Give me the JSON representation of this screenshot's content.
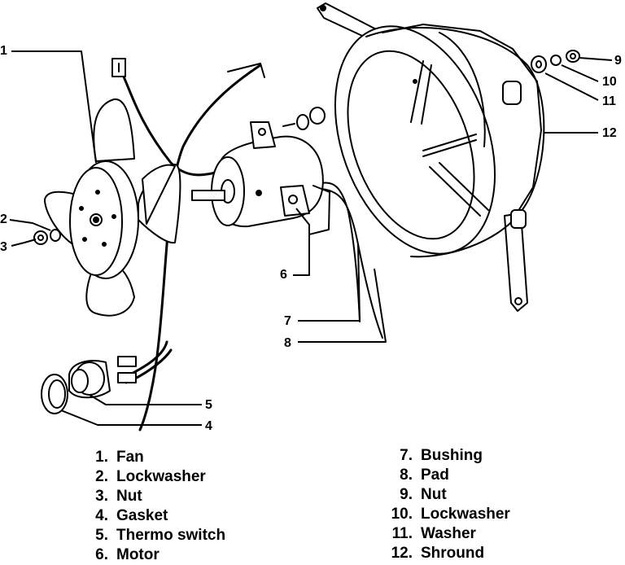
{
  "callouts": [
    {
      "number": "1"
    },
    {
      "number": "2"
    },
    {
      "number": "3"
    },
    {
      "number": "4"
    },
    {
      "number": "5"
    },
    {
      "number": "6"
    },
    {
      "number": "7"
    },
    {
      "number": "8"
    },
    {
      "number": "9"
    },
    {
      "number": "10"
    },
    {
      "number": "11"
    },
    {
      "number": "12"
    }
  ],
  "legend": {
    "left": [
      {
        "number": "1.",
        "label": "Fan"
      },
      {
        "number": "2.",
        "label": "Lockwasher"
      },
      {
        "number": "3.",
        "label": "Nut"
      },
      {
        "number": "4.",
        "label": "Gasket"
      },
      {
        "number": "5.",
        "label": "Thermo switch"
      },
      {
        "number": "6.",
        "label": "Motor"
      }
    ],
    "right": [
      {
        "number": "7.",
        "label": "Bushing"
      },
      {
        "number": "8.",
        "label": "Pad"
      },
      {
        "number": "9.",
        "label": "Nut"
      },
      {
        "number": "10.",
        "label": "Lockwasher"
      },
      {
        "number": "11.",
        "label": "Washer"
      },
      {
        "number": "12.",
        "label": "Shround"
      }
    ]
  }
}
